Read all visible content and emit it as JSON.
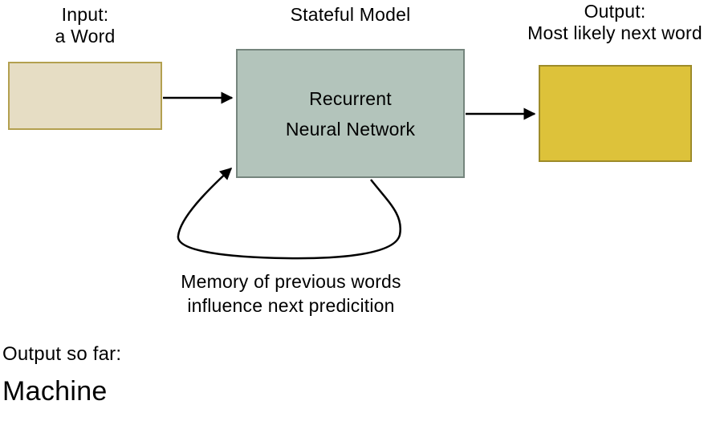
{
  "diagram": {
    "input": {
      "label_line1": "Input:",
      "label_line2": "a Word",
      "fill": "#e6ddc4",
      "border": "#b3a04f"
    },
    "model": {
      "title": "Stateful Model",
      "box_line1": "Recurrent",
      "box_line2": "Neural Network",
      "fill": "#b3c4bb",
      "border": "#75857d"
    },
    "output": {
      "label_line1": "Output:",
      "label_line2": "Most likely next word",
      "fill": "#ddc23a",
      "border": "#9d8b29"
    },
    "feedback": {
      "caption_line1": "Memory of previous words",
      "caption_line2": "influence next predicition"
    }
  },
  "footer": {
    "heading": "Output so far:",
    "value": "Machine"
  },
  "colors": {
    "arrow": "#000000",
    "text": "#000000",
    "background": "#ffffff"
  }
}
